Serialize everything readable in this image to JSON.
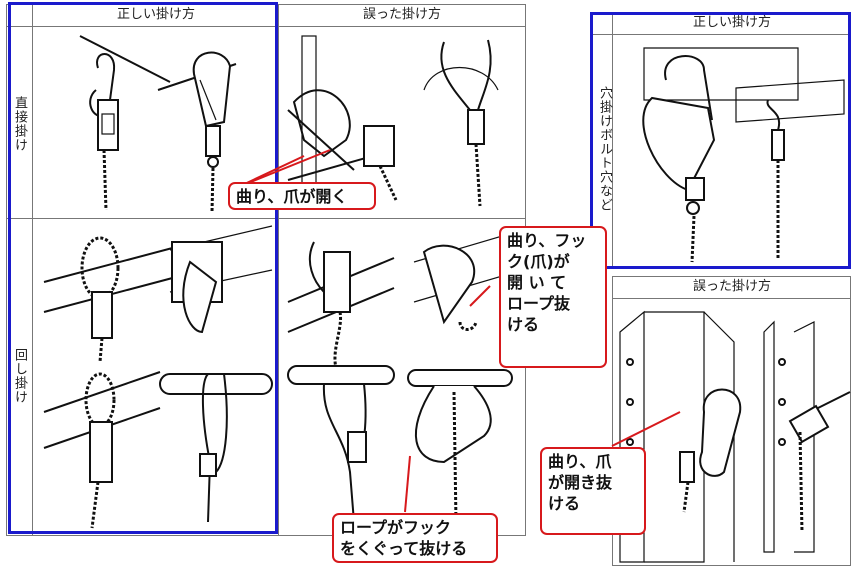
{
  "left_table": {
    "header_correct": "正しい掛け方",
    "header_wrong": "誤った掛け方",
    "row1_label": "直接掛け",
    "row2_label": "回し掛け"
  },
  "right_table": {
    "header_correct": "正しい掛け方",
    "header_wrong": "誤った掛け方",
    "row_label": "穴掛けボルト穴など"
  },
  "callouts": {
    "bend_claw_opens": "曲り、爪が開く",
    "bend_hook_line1": "曲り、フッ",
    "bend_hook_line2": "ク(爪)が",
    "bend_hook_line3": "開 い て",
    "bend_hook_line4": "ロープ抜",
    "bend_hook_line5": "ける",
    "rope_slip_line1": "ロープがフック",
    "rope_slip_line2": "をくぐって抜ける",
    "claw_slip_line1": "曲り、爪",
    "claw_slip_line2": "が開き抜",
    "claw_slip_line3": "ける"
  },
  "colors": {
    "highlight_frame": "#1a1acc",
    "callout_border": "#d7191c"
  }
}
